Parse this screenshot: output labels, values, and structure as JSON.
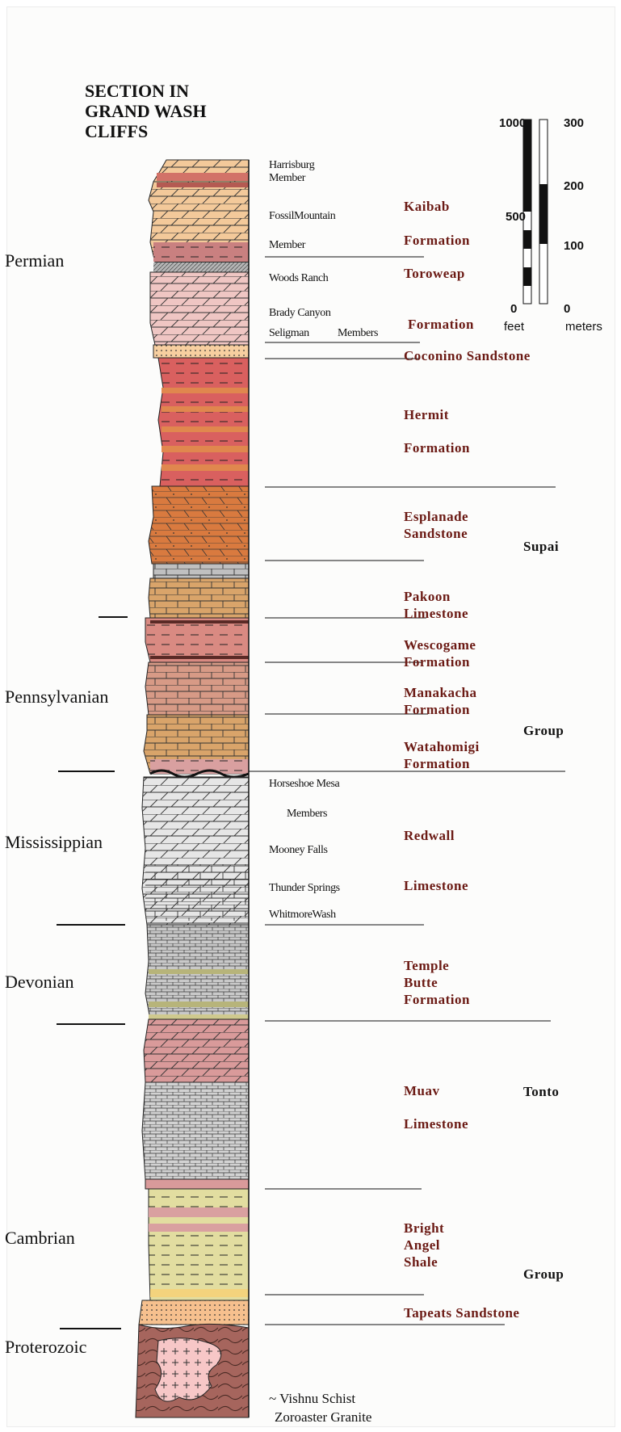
{
  "title": [
    "SECTION IN",
    "GRAND WASH",
    "CLIFFS"
  ],
  "periods": {
    "permian": "Permian",
    "pennsylvanian": "Pennsylvanian",
    "mississippian": "Mississippian",
    "devonian": "Devonian",
    "cambrian": "Cambrian",
    "proterozoic": "Proterozoic"
  },
  "members": {
    "harrisburg_1": "Harrisburg",
    "harrisburg_2": "Member",
    "fossil_mountain_1": "FossilMountain",
    "fossil_mountain_2": "Member",
    "woods_ranch": "Woods Ranch",
    "brady_canyon": "Brady Canyon",
    "seligman": "Seligman",
    "members_label": "Members",
    "horseshoe_mesa": "Horseshoe Mesa",
    "redwall_members": "Members",
    "mooney_falls": "Mooney Falls",
    "thunder_springs": "Thunder Springs",
    "whitmore_wash": "WhitmoreWash"
  },
  "formations": {
    "kaibab_1": "Kaibab",
    "kaibab_2": "Formation",
    "toroweap_1": "Toroweap",
    "toroweap_2": "Formation",
    "coconino": "Coconino Sandstone",
    "hermit_1": "Hermit",
    "hermit_2": "Formation",
    "esplanade_1": "Esplanade",
    "esplanade_2": "Sandstone",
    "pakoon_1": "Pakoon",
    "pakoon_2": "Limestone",
    "wescogame_1": "Wescogame",
    "wescogame_2": "Formation",
    "manakacha_1": "Manakacha",
    "manakacha_2": "Formation",
    "watahomigi_1": "Watahomigi",
    "watahomigi_2": "Formation",
    "redwall_1": "Redwall",
    "redwall_2": "Limestone",
    "temple_butte_1": "Temple",
    "temple_butte_2": "Butte",
    "temple_butte_3": "Formation",
    "muav_1": "Muav",
    "muav_2": "Limestone",
    "bright_angel_1": "Bright",
    "bright_angel_2": "Angel",
    "bright_angel_3": "Shale",
    "tapeats": "Tapeats  Sandstone"
  },
  "groups": {
    "supai_1": "Supai",
    "supai_2": "Group",
    "tonto_1": "Tonto",
    "tonto_2": "Group"
  },
  "basement": {
    "vishnu": "~ Vishnu Schist",
    "zoroaster": "Zoroaster Granite"
  },
  "scale": {
    "feet_label": "feet",
    "meters_label": "meters",
    "feet_ticks": [
      "1000",
      "500",
      "0"
    ],
    "meters_ticks": [
      "300",
      "200",
      "100",
      "0"
    ]
  },
  "colors": {
    "kaibab": "#f3c99a",
    "toroweap": "#efc6c3",
    "hermit": "#d9605f",
    "esplanade": "#d97a3f",
    "pakoon": "#d9a46a",
    "wescogame": "#d98a82",
    "redwall": "#e6e6e6",
    "temple_butte": "#c9c9c9",
    "muav": "#d99a9a",
    "bright_angel": "#e2dda0",
    "tapeats": "#f6c08e",
    "basement": "#a6655d",
    "granite": "#f7c7c7",
    "formation_text": "#6b1a14"
  }
}
